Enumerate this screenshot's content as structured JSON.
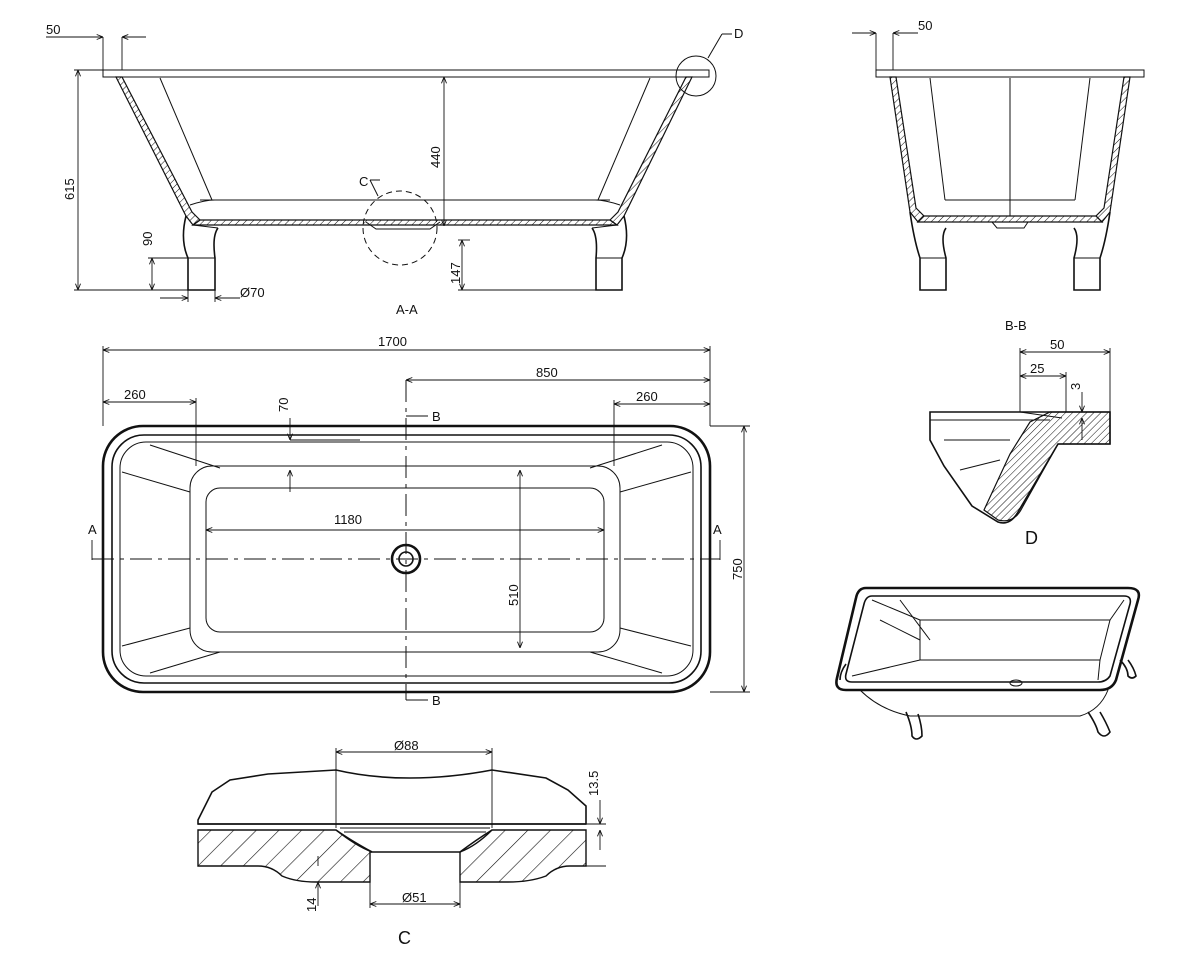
{
  "section_aa": {
    "dim_rim_left": "50",
    "callout_d": "D",
    "dim_height": "615",
    "dim_depth": "440",
    "callout_c": "C",
    "dim_leg": "90",
    "dim_floor": "147",
    "dim_foot_dia": "Ø70",
    "title": "A-A"
  },
  "section_bb": {
    "dim_rim": "50",
    "title": "B-B"
  },
  "plan_view": {
    "dim_length": "1700",
    "dim_half_length": "850",
    "dim_end_left": "260",
    "dim_end_right": "260",
    "dim_rim_width": "70",
    "dim_inner_length": "1180",
    "dim_inner_width": "510",
    "dim_width": "750",
    "section_mark_a_left": "A",
    "section_mark_a_right": "A",
    "section_mark_b_top": "B",
    "section_mark_b_bottom": "B"
  },
  "detail_d": {
    "dim_total": "50",
    "dim_half": "25",
    "dim_lip": "3",
    "title": "D"
  },
  "detail_c": {
    "dim_top_dia": "Ø88",
    "dim_recess": "13.5",
    "dim_thickness": "14",
    "dim_hole_dia": "Ø51",
    "title": "C"
  },
  "colors": {
    "line": "#111111",
    "background": "#ffffff"
  }
}
